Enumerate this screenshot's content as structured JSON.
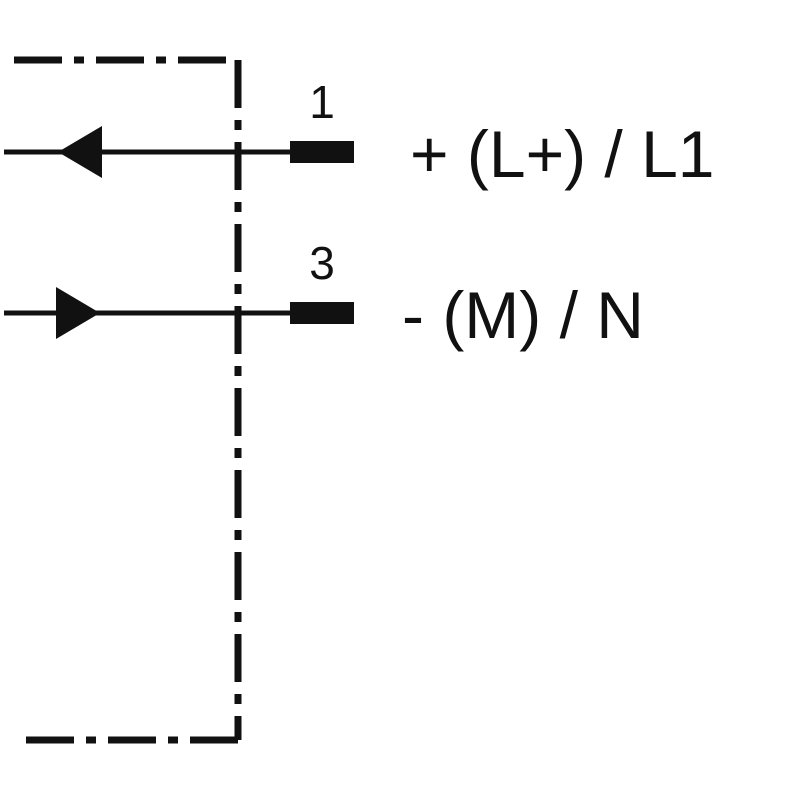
{
  "colors": {
    "line": "#111111",
    "background": "#ffffff"
  },
  "terminals": [
    {
      "pin": "1",
      "label": "+ (L+) / L1",
      "direction": "out"
    },
    {
      "pin": "3",
      "label": "- (M) / N",
      "direction": "in"
    }
  ]
}
